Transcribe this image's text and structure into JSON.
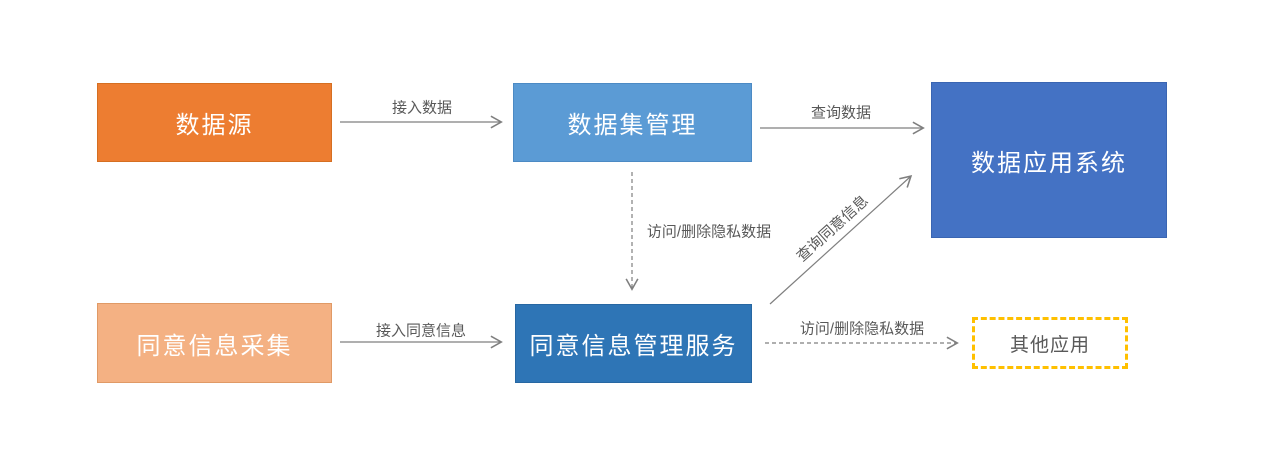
{
  "diagram": {
    "type": "flow-diagram",
    "background": "#FFFFFF",
    "nodes": [
      {
        "id": "data-source",
        "label": "数据源",
        "fill": "#ED7D31",
        "text_color": "#FFFFFF"
      },
      {
        "id": "dataset-management",
        "label": "数据集管理",
        "fill": "#5B9BD5",
        "text_color": "#FFFFFF"
      },
      {
        "id": "data-application-system",
        "label": "数据应用系统",
        "fill": "#4472C4",
        "text_color": "#FFFFFF"
      },
      {
        "id": "consent-info-collection",
        "label": "同意信息采集",
        "fill": "#F4B183",
        "text_color": "#FFFFFF"
      },
      {
        "id": "consent-info-management-service",
        "label": "同意信息管理服务",
        "fill": "#2E75B6",
        "text_color": "#FFFFFF"
      },
      {
        "id": "other-applications",
        "label": "其他应用",
        "fill": "#FFFFFF",
        "border_color": "#FFC000",
        "border_style": "dashed",
        "text_color": "#595959"
      }
    ],
    "edges": [
      {
        "id": "access-data",
        "label": "接入数据",
        "from": "data-source",
        "to": "dataset-management",
        "style": "solid"
      },
      {
        "id": "query-data",
        "label": "查询数据",
        "from": "dataset-management",
        "to": "data-application-system",
        "style": "solid"
      },
      {
        "id": "access-delete-private-data-top",
        "label": "访问/删除隐私数据",
        "from": "dataset-management",
        "to": "consent-info-management-service",
        "style": "dashed"
      },
      {
        "id": "access-consent-info",
        "label": "接入同意信息",
        "from": "consent-info-collection",
        "to": "consent-info-management-service",
        "style": "solid"
      },
      {
        "id": "query-consent-info",
        "label": "查询同意信息",
        "from": "consent-info-management-service",
        "to": "data-application-system",
        "style": "solid"
      },
      {
        "id": "access-delete-private-data-bottom",
        "label": "访问/删除隐私数据",
        "from": "consent-info-management-service",
        "to": "other-applications",
        "style": "dashed"
      }
    ],
    "colors": {
      "edge_line": "#7F7F7F",
      "edge_label": "#595959"
    }
  }
}
